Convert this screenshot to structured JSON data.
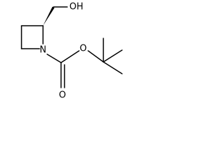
{
  "molecule": {
    "atoms": {
      "hydroxyl": "OH",
      "ring_nitrogen": "N",
      "ester_oxygen": "O",
      "carbonyl_oxygen": "O"
    },
    "colors": {
      "bond": "#000000",
      "text": "#000000",
      "background": "#ffffff"
    }
  }
}
